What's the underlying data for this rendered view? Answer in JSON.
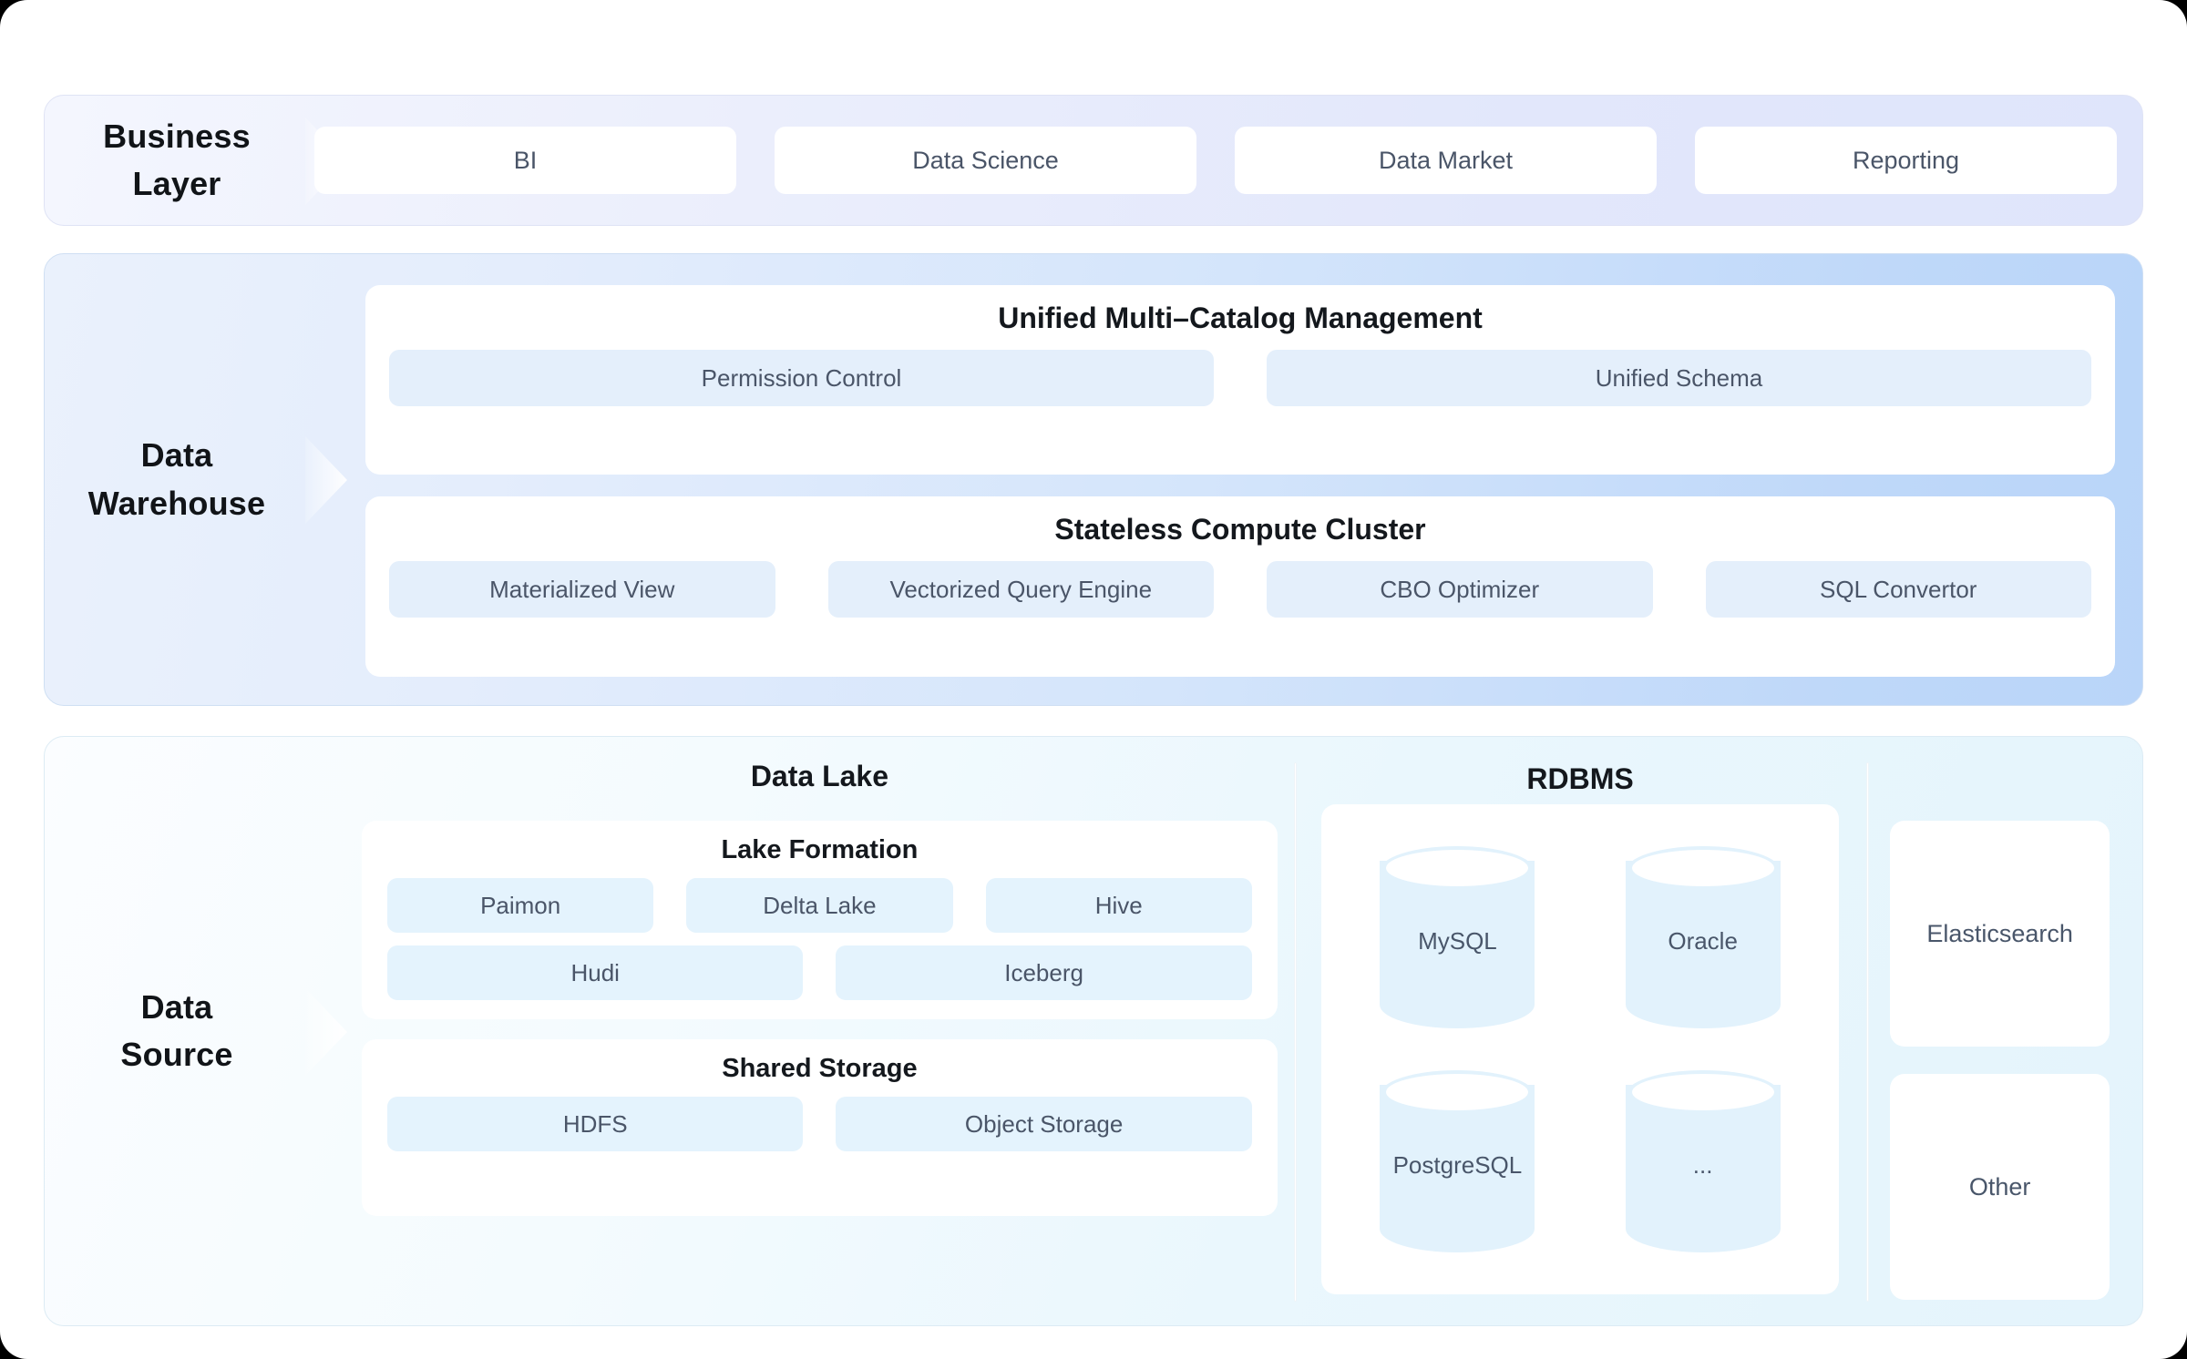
{
  "diagram": {
    "layers": [
      {
        "id": "business",
        "label": "Business\nLayer",
        "cards": [
          {
            "label": "BI"
          },
          {
            "label": "Data Science"
          },
          {
            "label": "Data Market"
          },
          {
            "label": "Reporting"
          }
        ]
      },
      {
        "id": "warehouse",
        "label": "Data\nWarehouse",
        "panels": [
          {
            "title": "Unified Multi–Catalog Management",
            "chips": [
              "Permission Control",
              "Unified Schema"
            ]
          },
          {
            "title": "Stateless Compute Cluster",
            "chips": [
              "Materialized View",
              "Vectorized Query Engine",
              "CBO Optimizer",
              "SQL Convertor"
            ]
          }
        ]
      },
      {
        "id": "source",
        "label": "Data\nSource",
        "columns": {
          "data_lake": {
            "title": "Data Lake",
            "groups": [
              {
                "title": "Lake Formation",
                "row1": [
                  "Paimon",
                  "Delta Lake",
                  "Hive"
                ],
                "row2": [
                  "Hudi",
                  "Iceberg"
                ]
              },
              {
                "title": "Shared Storage",
                "row1": [
                  "HDFS",
                  "Object Storage"
                ]
              }
            ]
          },
          "rdbms": {
            "title": "RDBMS",
            "databases": [
              "MySQL",
              "Oracle",
              "PostgreSQL",
              "..."
            ]
          },
          "other": {
            "cards": [
              "Elasticsearch",
              "Other"
            ]
          }
        }
      }
    ]
  },
  "colors": {
    "business_band_start": "#f4f6fe",
    "business_band_end": "#dfe5fb",
    "warehouse_band_start": "#eaf1fc",
    "warehouse_band_end": "#b9d5f9",
    "source_band_start": "#fbfdff",
    "source_band_end": "#e4f4fc",
    "chip_blue": "#e4effb",
    "chip_cyan": "#e4f3fd",
    "cylinder": "#e2f2fc",
    "text_dark": "#14181d",
    "text_muted": "#4a5568"
  }
}
